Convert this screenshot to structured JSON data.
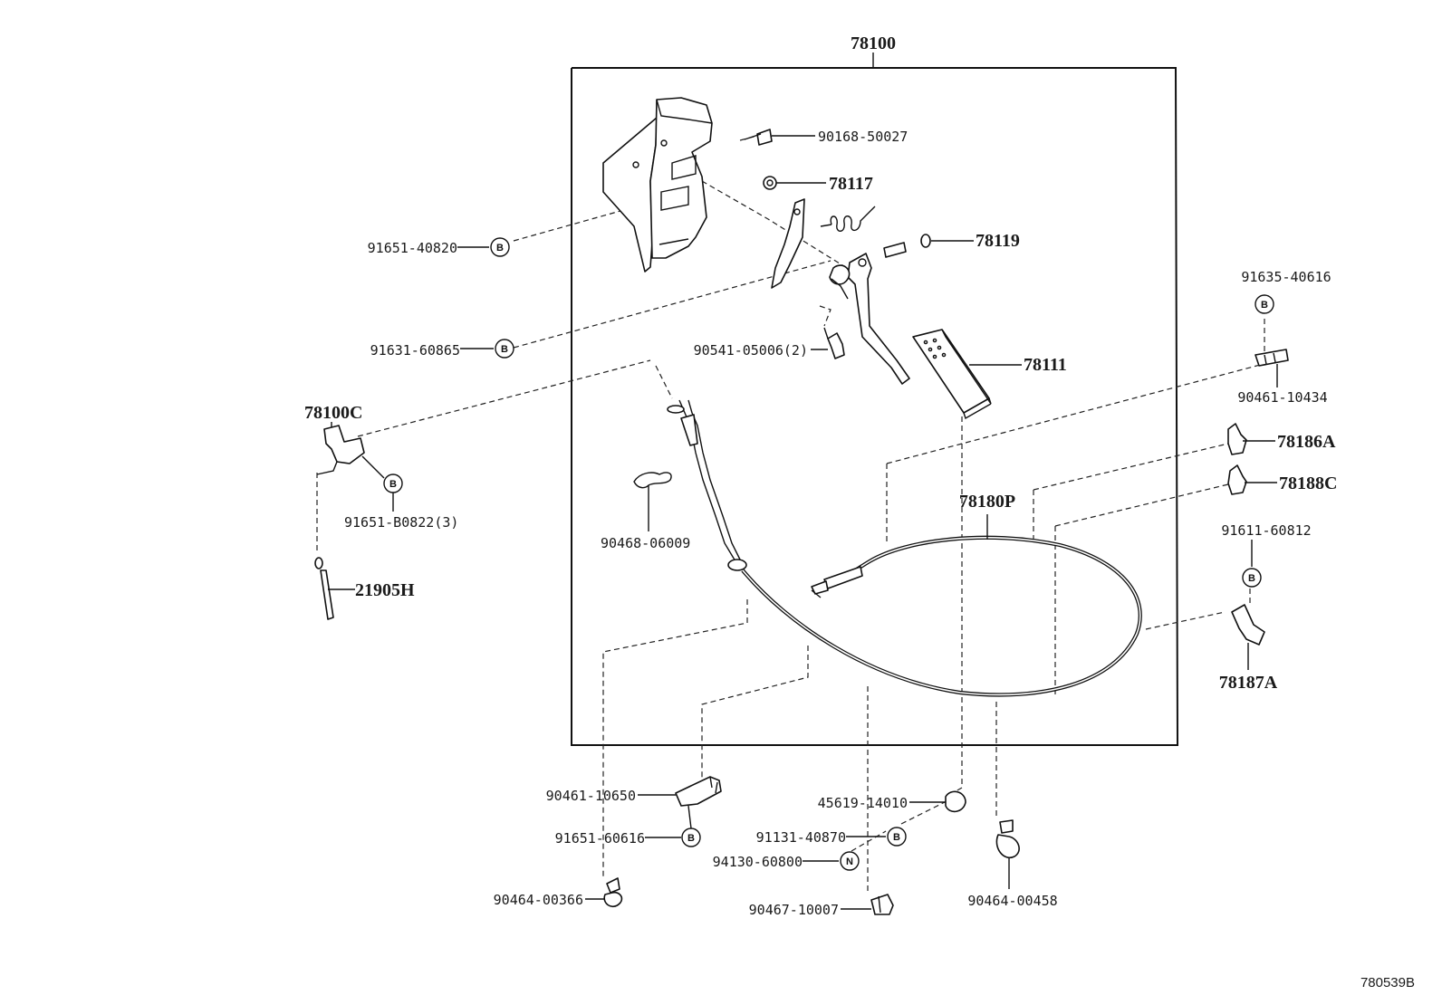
{
  "diagram": {
    "assembly_number": "78100",
    "reference_code": "780539B",
    "parts": {
      "p90168": "90168-50027",
      "p78117": "78117",
      "p78119": "78119",
      "p91651_40820": "91651-40820",
      "p91631_60865": "91631-60865",
      "p90541": "90541-05006(2)",
      "p78111": "78111",
      "p91635": "91635-40616",
      "p90461_10434": "90461-10434",
      "p78100C": "78100C",
      "p91651_B0822": "91651-B0822(3)",
      "p21905H": "21905H",
      "p90468": "90468-06009",
      "p78186A": "78186A",
      "p78188C": "78188C",
      "p78180P": "78180P",
      "p91611": "91611-60812",
      "p78187A": "78187A",
      "p90461_10650": "90461-10650",
      "p91651_60616": "91651-60616",
      "p90464_00366": "90464-00366",
      "p45619": "45619-14010",
      "p91131": "91131-40870",
      "p94130": "94130-60800",
      "p90467": "90467-10007",
      "p90464_00458": "90464-00458"
    },
    "callout_codes": {
      "bolt": "B",
      "nut": "N"
    }
  }
}
